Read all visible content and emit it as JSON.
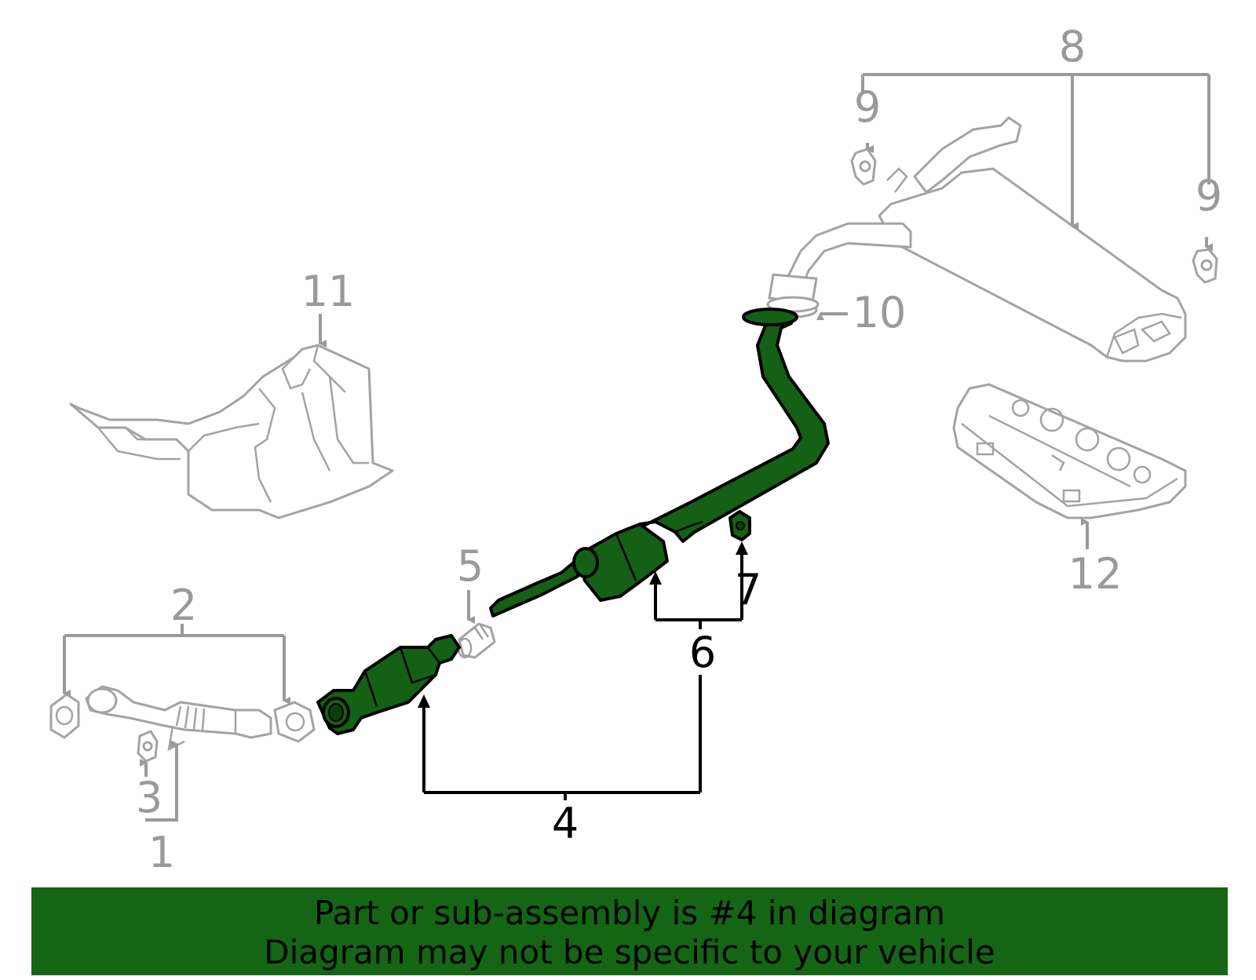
{
  "callouts": [
    {
      "id": "1",
      "text": "1"
    },
    {
      "id": "2",
      "text": "2"
    },
    {
      "id": "3",
      "text": "3"
    },
    {
      "id": "4",
      "text": "4"
    },
    {
      "id": "5",
      "text": "5"
    },
    {
      "id": "6",
      "text": "6"
    },
    {
      "id": "7",
      "text": "7"
    },
    {
      "id": "8",
      "text": "8"
    },
    {
      "id": "9a",
      "text": "9"
    },
    {
      "id": "9b",
      "text": "9"
    },
    {
      "id": "10",
      "text": "10"
    },
    {
      "id": "11",
      "text": "11"
    },
    {
      "id": "12",
      "text": "12"
    }
  ],
  "highlight": {
    "part_number": "4",
    "color": "#146014"
  },
  "banner": {
    "line1": "Part or sub-assembly is #4 in diagram",
    "line2": "Diagram may not be specific to your vehicle",
    "background": "#146614"
  }
}
